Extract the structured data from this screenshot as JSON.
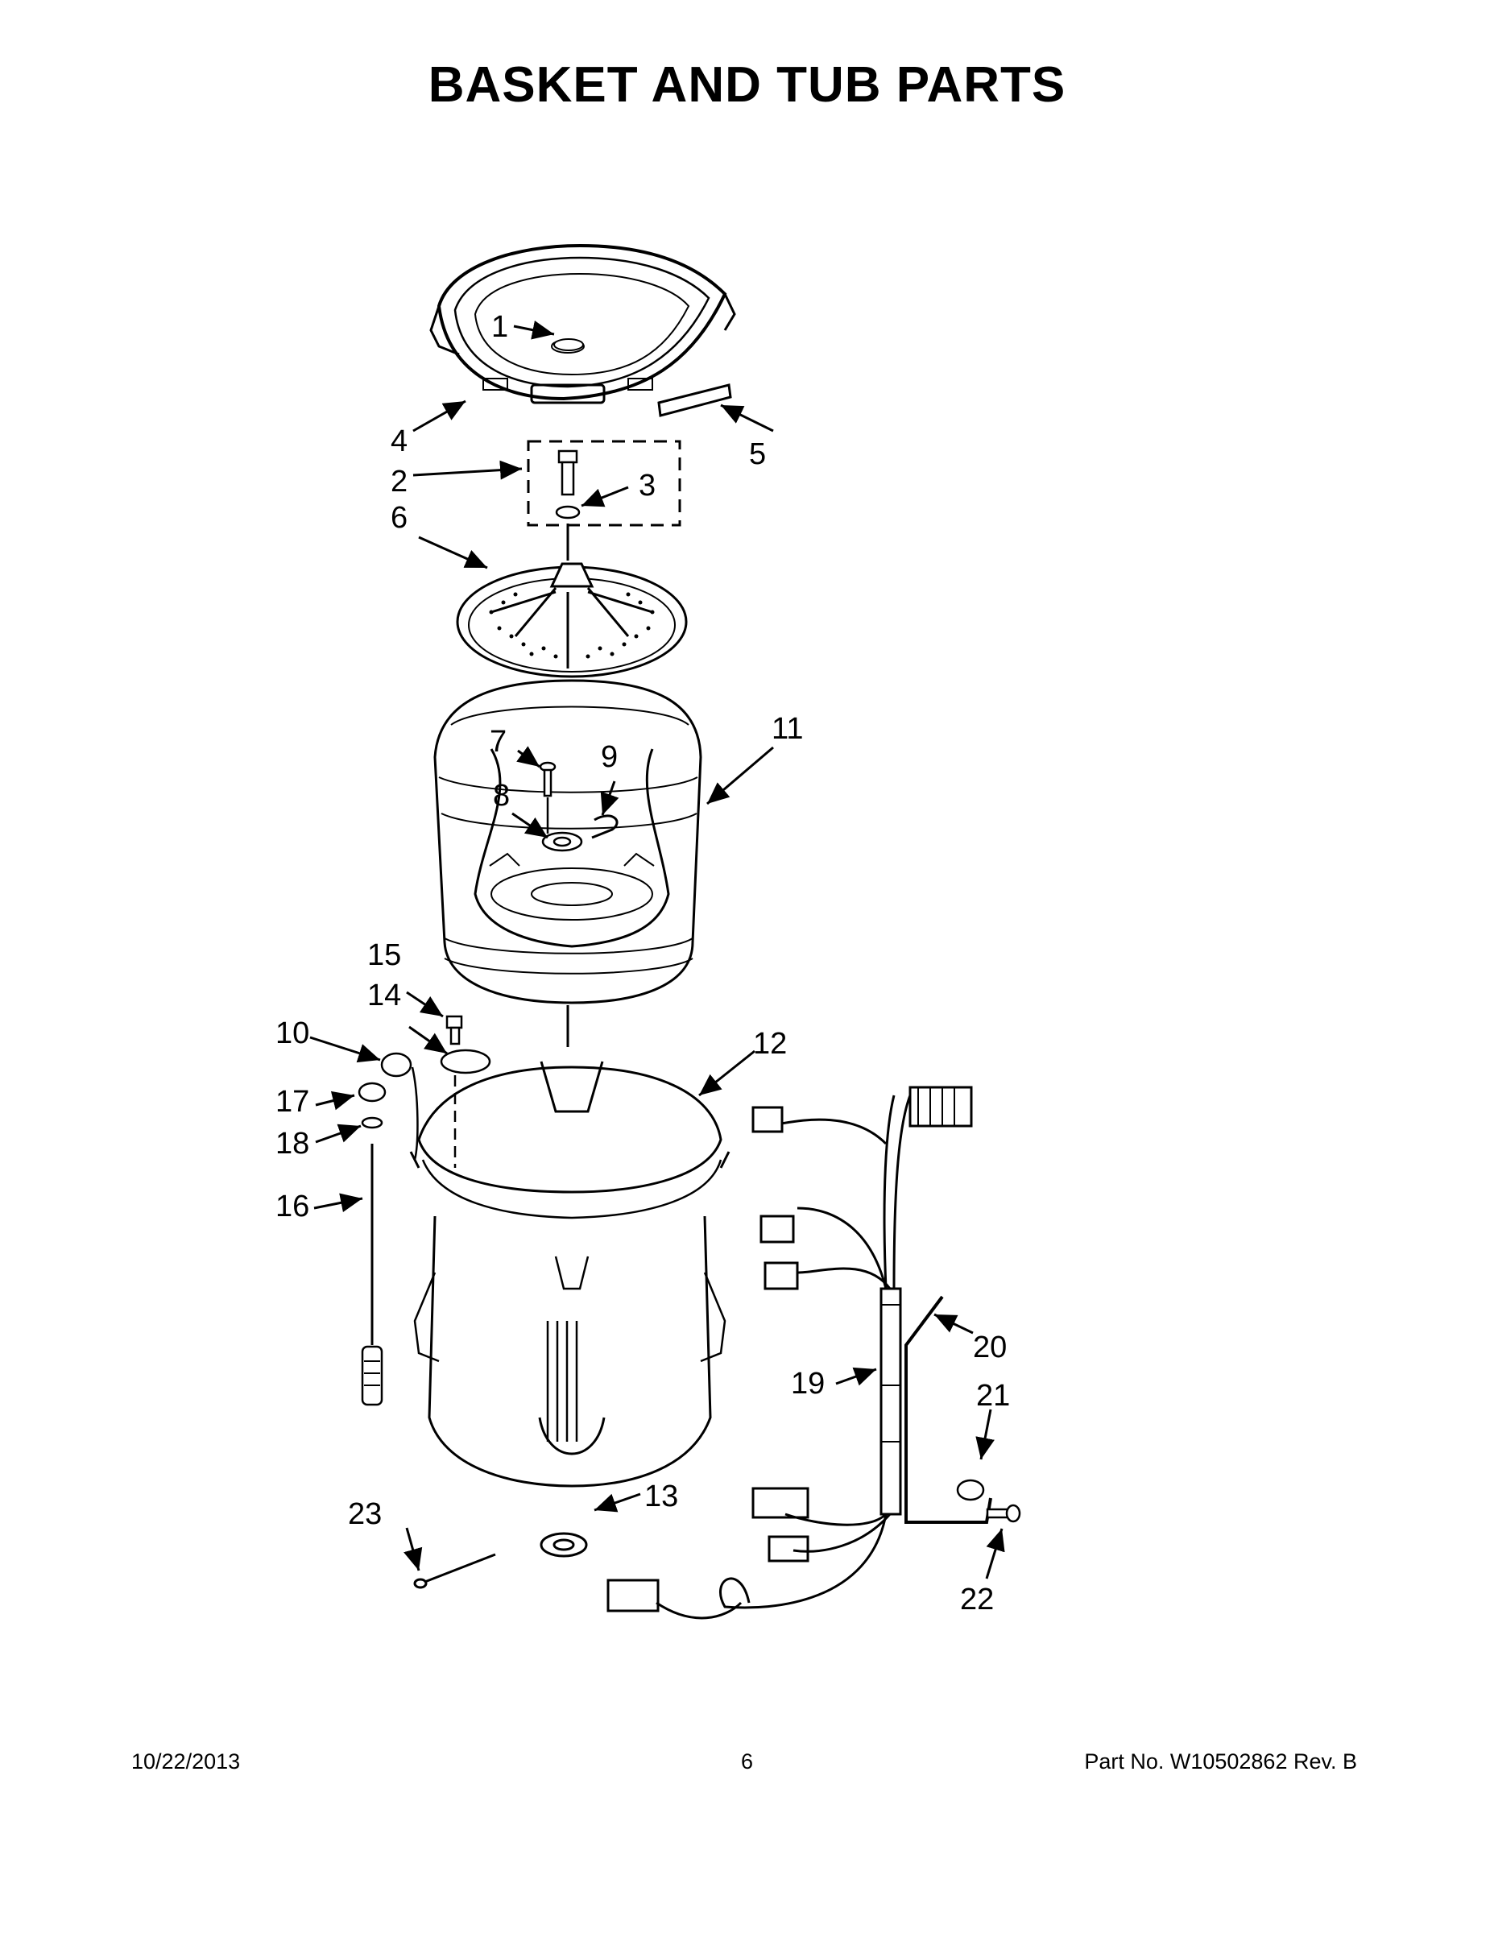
{
  "title": "BASKET AND TUB PARTS",
  "callouts": {
    "c1": "1",
    "c2": "2",
    "c3": "3",
    "c4": "4",
    "c5": "5",
    "c6": "6",
    "c7": "7",
    "c8": "8",
    "c9": "9",
    "c10": "10",
    "c11": "11",
    "c12": "12",
    "c13": "13",
    "c14": "14",
    "c15": "15",
    "c16": "16",
    "c17": "17",
    "c18": "18",
    "c19": "19",
    "c20": "20",
    "c21": "21",
    "c22": "22",
    "c23": "23"
  },
  "footer": {
    "date": "10/22/2013",
    "page": "6",
    "part_no": "Part No.  W10502862  Rev.  B"
  }
}
